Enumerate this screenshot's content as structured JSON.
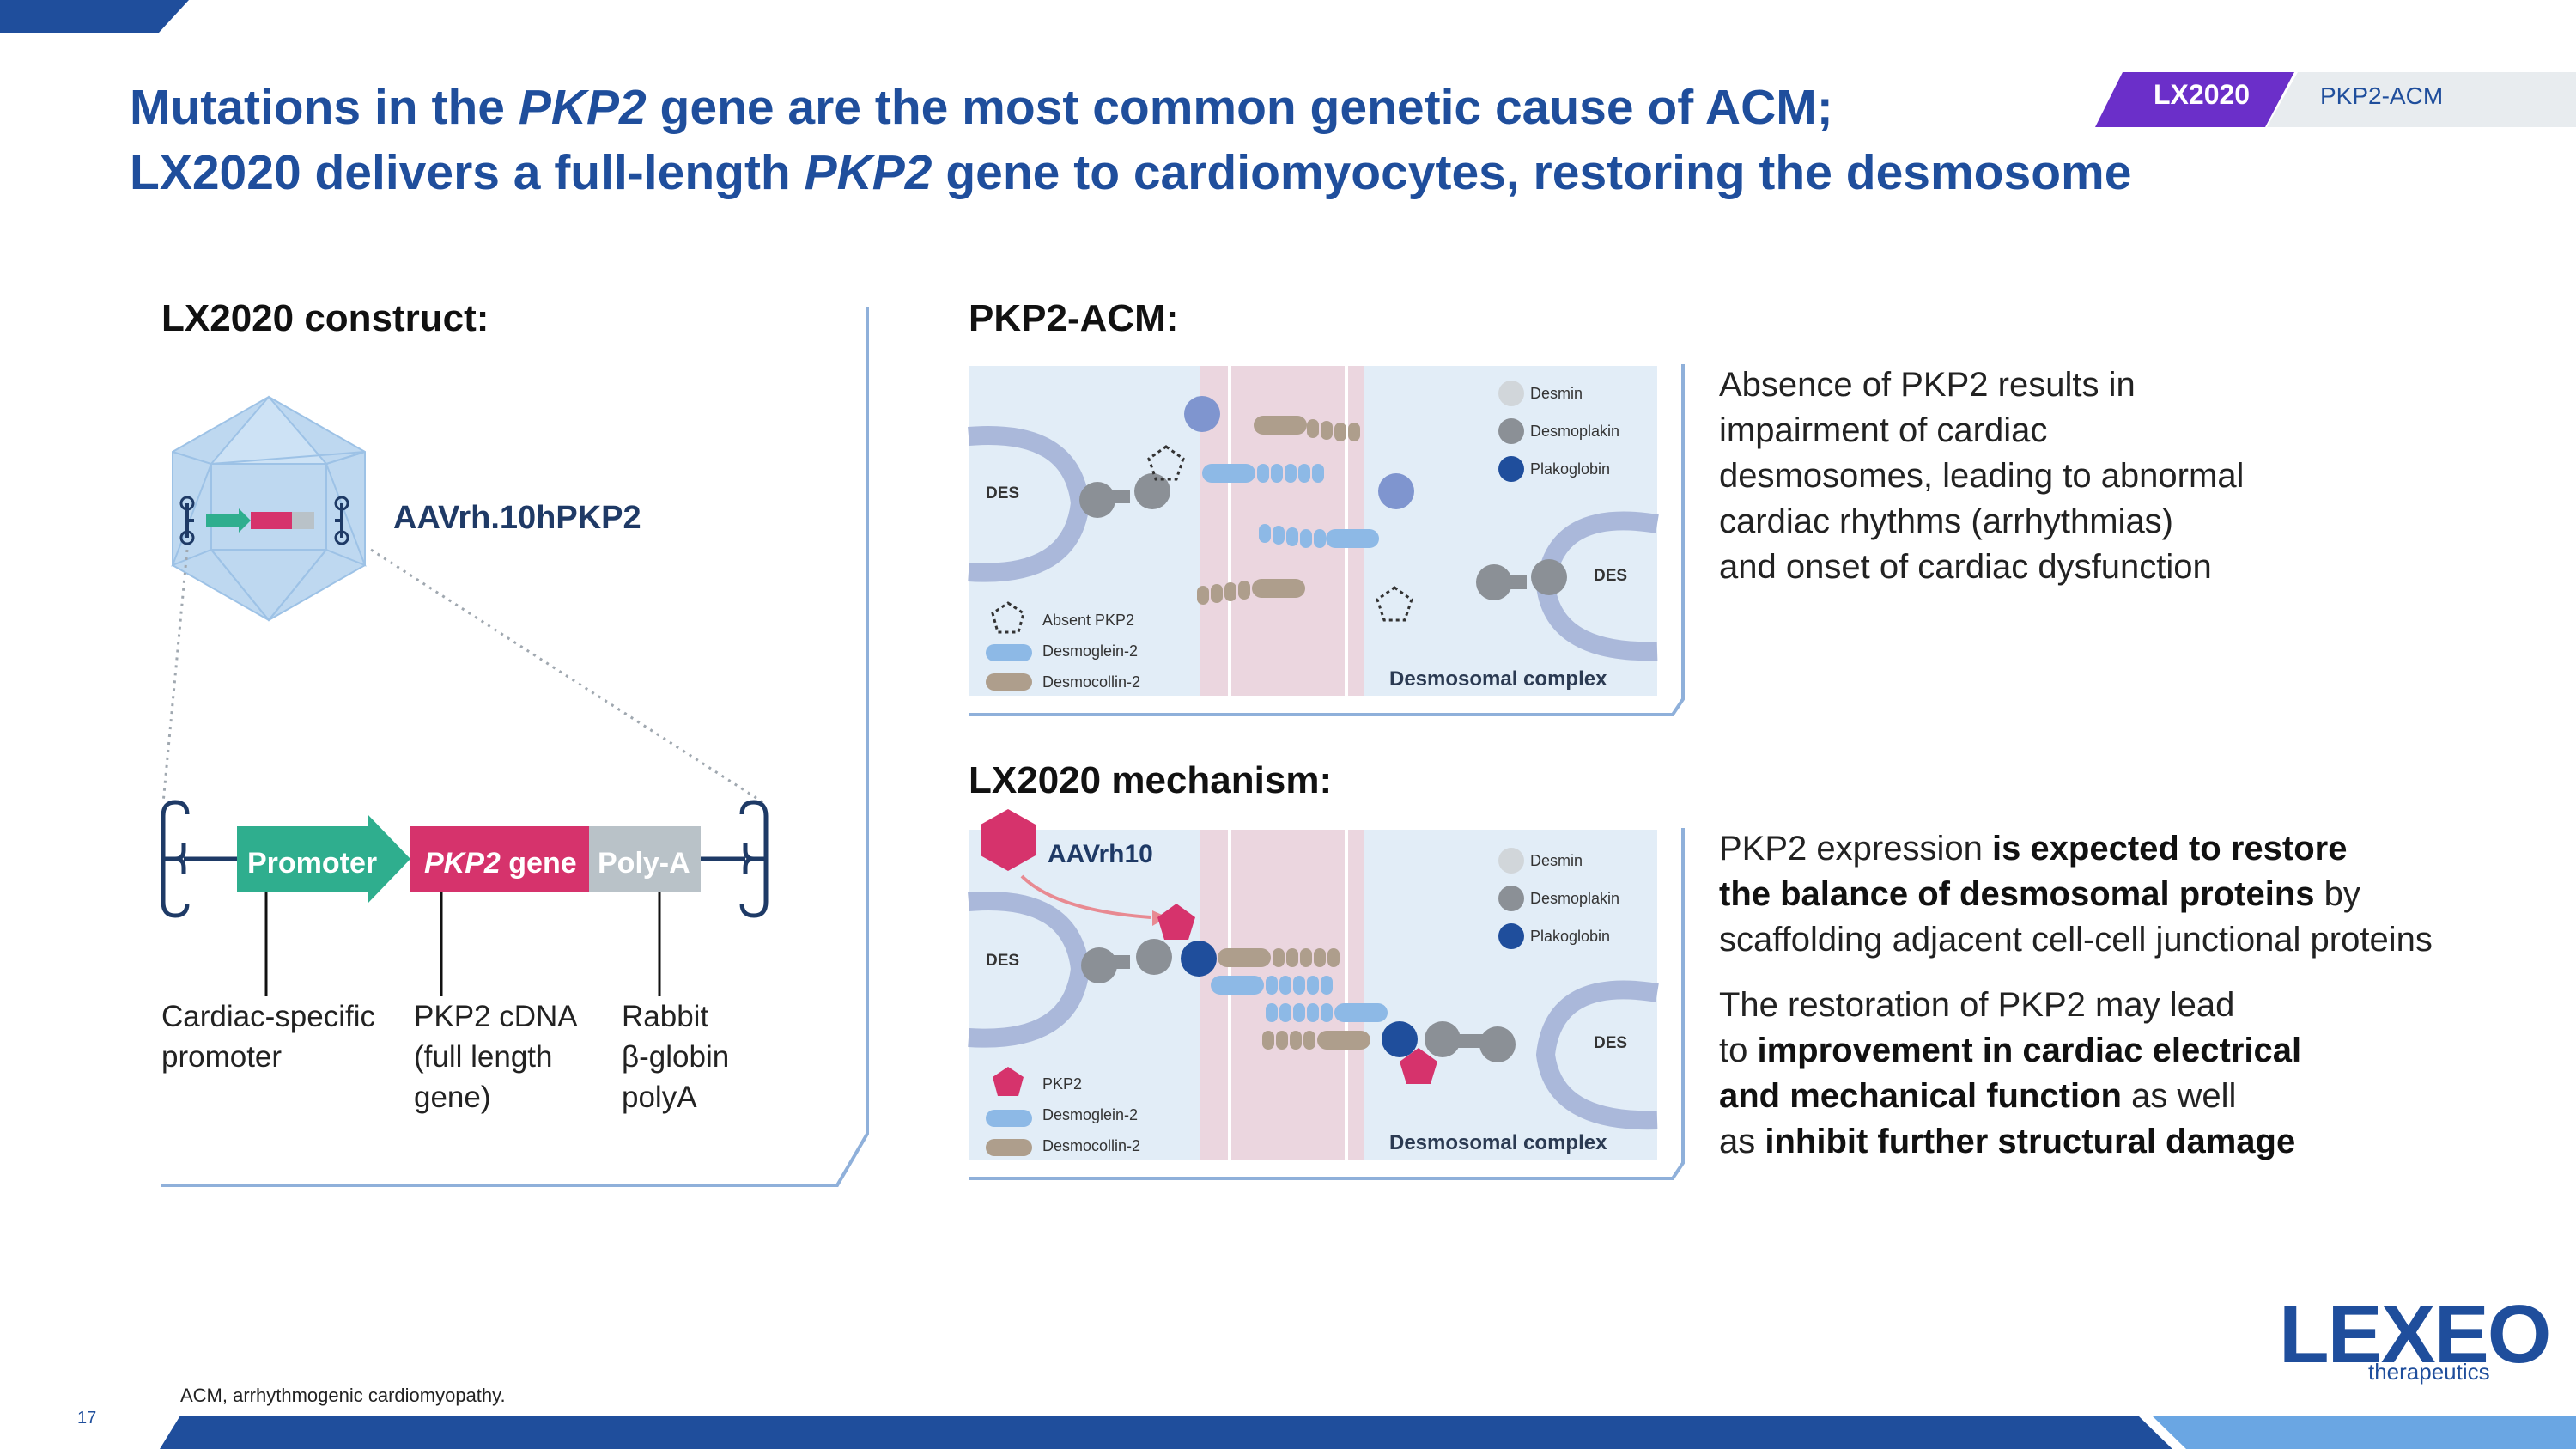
{
  "header": {
    "badge_label": "LX2020",
    "tag_label": "PKP2-ACM",
    "title_line1": {
      "pre": "Mutations in the ",
      "italic": "PKP2",
      "post": " gene are the most common genetic cause of ACM;"
    },
    "title_line2": {
      "pre": "LX2020 delivers a full-length ",
      "italic": "PKP2",
      "post": " gene to cardiomyocytes, restoring the desmosome"
    }
  },
  "construct": {
    "heading": "LX2020 construct:",
    "vector_label": "AAVrh.10hPKP2",
    "elements": {
      "promoter": "Promoter",
      "gene_italic": "PKP2",
      "gene_rest": " gene",
      "polya": "Poly-A"
    },
    "captions": {
      "promoter": [
        "Cardiac-specific",
        "promoter"
      ],
      "gene": [
        "PKP2 cDNA",
        "(full length",
        "gene)"
      ],
      "polya": [
        "Rabbit",
        "β-globin",
        "polyA"
      ]
    }
  },
  "acm": {
    "heading": "PKP2-ACM:",
    "des_label": "DES",
    "complex_label": "Desmosomal complex",
    "legend_top": [
      "Desmin",
      "Desmoplakin",
      "Plakoglobin"
    ],
    "legend_bottom": [
      "Absent PKP2",
      "Desmoglein-2",
      "Desmocollin-2"
    ],
    "description": [
      "Absence of PKP2 results in",
      "impairment of cardiac",
      "desmosomes, leading to abnormal",
      "cardiac rhythms (arrhythmias)",
      "and onset of cardiac dysfunction"
    ]
  },
  "mechanism": {
    "heading": "LX2020 mechanism:",
    "vector_label": "AAVrh10",
    "des_label": "DES",
    "complex_label": "Desmosomal complex",
    "legend_top": [
      "Desmin",
      "Desmoplakin",
      "Plakoglobin"
    ],
    "legend_bottom": [
      "PKP2",
      "Desmoglein-2",
      "Desmocollin-2"
    ],
    "para1": {
      "a": "PKP2 expression ",
      "b": "is expected to restore",
      "c": "the balance of desmosomal proteins",
      "d": " by",
      "e": "scaffolding adjacent cell-cell junctional proteins"
    },
    "para2": {
      "a": "The restoration of PKP2 may lead",
      "b": "to ",
      "c": "improvement in cardiac electrical",
      "d": "and mechanical function",
      "e": " as well",
      "f": "as ",
      "g": "inhibit further structural damage"
    }
  },
  "footer": {
    "footnote": "ACM, arrhythmogenic cardiomyopathy.",
    "page_number": "17",
    "logo_main": "LEXEO",
    "logo_sub": "therapeutics"
  },
  "colors": {
    "brand_blue": "#1F4E9C",
    "purple": "#6B2FC9",
    "teal": "#2FAE8E",
    "pink": "#D6336C",
    "grey": "#B9C2C8"
  }
}
